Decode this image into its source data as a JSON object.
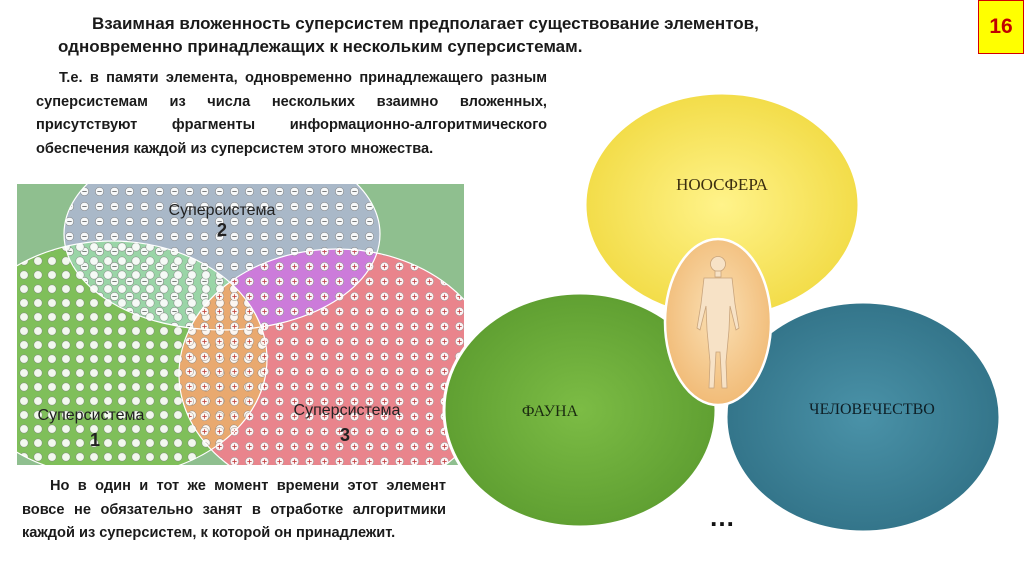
{
  "slide": {
    "page_number": "16",
    "title_line1": "Взаимная вложенность суперсистем предполагает существование элементов,",
    "title_line2": "одновременно принадлежащих к нескольким суперсистемам.",
    "paragraph1": "Т.е. в памяти элемента, одновременно принадлежащего разным суперсистемам из числа нескольких взаимно вложенных, присутствуют фрагменты информационно-алгоритмического обеспечения каждой из суперсистем этого множества.",
    "paragraph2": "Но в один и тот же момент времени этот элемент вовсе не обязательно занят в отработке алгоритмики каждой из суперсистем, к которой он принадлежит."
  },
  "venn": {
    "sets": [
      {
        "label": "Суперсистема",
        "number": "2",
        "color": "#9fb3c8"
      },
      {
        "label": "Суперсистема",
        "number": "1",
        "color": "#7ab648"
      },
      {
        "label": "Суперсистема",
        "number": "3",
        "color": "#e8838c"
      }
    ],
    "background_color": "#8fbf8f"
  },
  "spheres": {
    "items": [
      {
        "label": "НООСФЕРА",
        "color": "#f7e35a"
      },
      {
        "label": "ФАУНА",
        "color": "#6fae3a"
      },
      {
        "label": "ЧЕЛОВЕЧЕСТВО",
        "color": "#3a7f94"
      }
    ],
    "center_color": "#f3c487",
    "ellipsis": "…"
  }
}
